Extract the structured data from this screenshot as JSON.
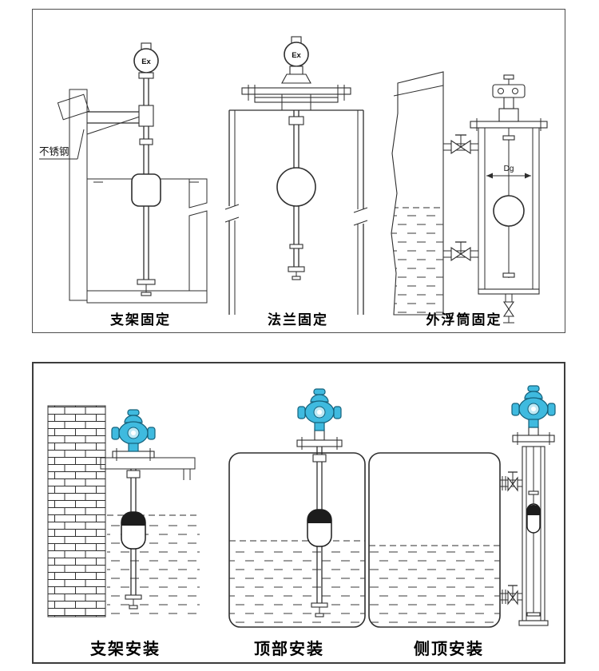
{
  "top_panel": {
    "captions": [
      {
        "label": "支架固定"
      },
      {
        "label": "法兰固定"
      },
      {
        "label": "外浮筒固定"
      }
    ],
    "labels": {
      "stainless_steel": "不锈钢",
      "ex_left": "Ex",
      "ex_middle": "Ex",
      "dg": "Dg"
    }
  },
  "bottom_panel": {
    "captions": [
      {
        "label": "支架安装"
      },
      {
        "label": "顶部安装"
      },
      {
        "label": "侧顶安装"
      }
    ]
  },
  "colors": {
    "background": "#ffffff",
    "line": "#2e2e2e",
    "panel_border": "#4d4d4d",
    "transmitter_blue": "#3fbadf",
    "transmitter_blue_dark": "#14607a",
    "float_cap": "#1c1c1c"
  }
}
